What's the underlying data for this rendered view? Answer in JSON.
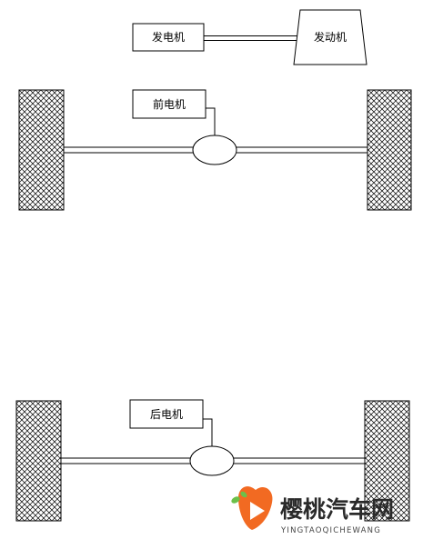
{
  "diagram": {
    "generator_label": "发电机",
    "engine_label": "发动机",
    "front_motor_label": "前电机",
    "rear_motor_label": "后电机"
  },
  "watermark": {
    "brand_text": "樱桃汽车网",
    "brand_pinyin": "YINGTAOQICHEWANG",
    "logo_icon": "cherry-play-icon",
    "logo_colors": {
      "orange": "#f26a22",
      "green": "#6cc04a"
    }
  },
  "colors": {
    "stroke": "#000000",
    "background": "#ffffff"
  }
}
